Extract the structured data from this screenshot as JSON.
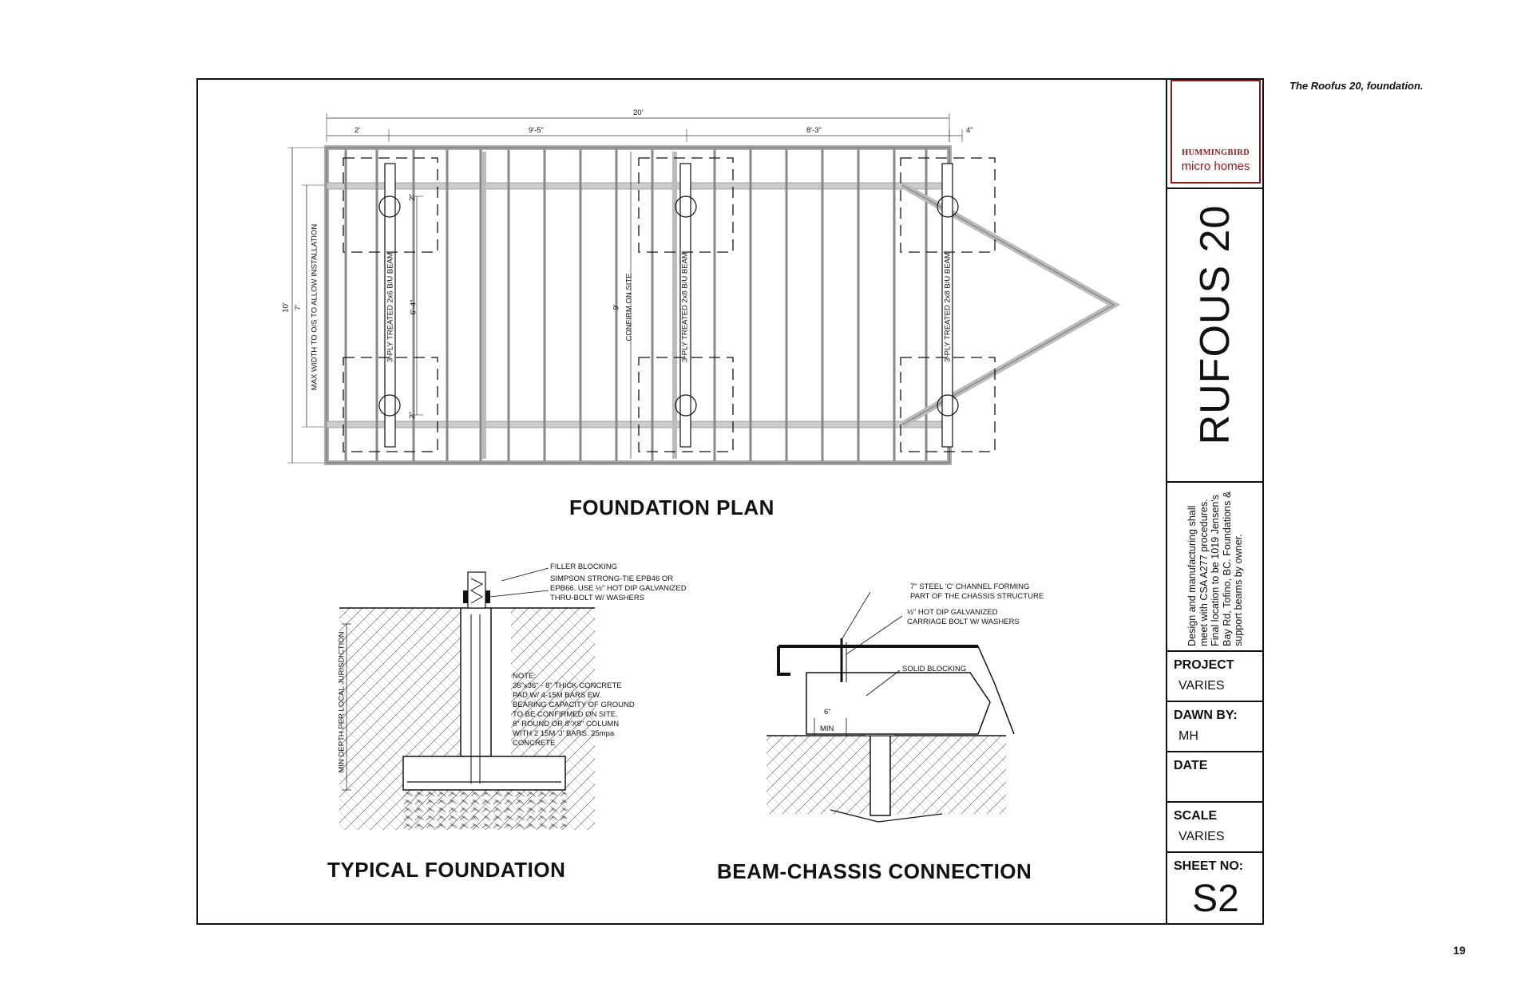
{
  "caption": "The Roofus 20, foundation.",
  "page_number": "19",
  "title_block": {
    "logo_name": "HUMMINGBIRD",
    "logo_sub": "micro homes",
    "project_title": "RUFOUS 20",
    "notes": "Design and manufacturing shall meet with CSA A277 procedures. Final location to be 1019 Jensen's Bay Rd, Tofino, BC. Foundations & support beams by owner.",
    "project_label": "PROJECT",
    "project_value": "VARIES",
    "drawn_label": "DAWN BY:",
    "drawn_value": "MH",
    "date_label": "DATE",
    "date_value": "",
    "scale_label": "SCALE",
    "scale_value": "VARIES",
    "sheet_label": "SHEET NO:",
    "sheet_value": "S2"
  },
  "plan": {
    "title": "FOUNDATION PLAN",
    "dim_overall": "20'",
    "dim_seg1": "2'",
    "dim_seg2": "9'-5\"",
    "dim_seg3": "8'-3\"",
    "dim_seg4": "4\"",
    "dim_height_outer": "10'",
    "dim_height_inner": "7'",
    "max_width_note": "MAX WIDTH TO O/S TO ALLOW INSTALLATION",
    "beam_left": "3-PLY TREATED 2x6  B/U BEAM",
    "beam_mid": "3-PLY TREATED 2x8 B/U BEAM",
    "beam_right": "3-PLY TREATED 2x8 B/U BEAM",
    "dim_624": "6'-4\"",
    "dim_9": "9'",
    "confirm_note": "CONFIRM ON SITE",
    "dim_2a": "2\"",
    "dim_2b": "2\""
  },
  "typical": {
    "title": "TYPICAL FOUNDATION",
    "filler_note": "FILLER BLOCKING",
    "simpson_note": "SIMPSON STRONG-TIE EPB46 OR\nEPB66. USE ½\" HOT DIP GALVANIZED\nTHRU-BOLT W/ WASHERS",
    "concrete_note": "NOTE:\n36\"x36\" - 8\" THICK CONCRETE\nPAD W/ 4-15M BARS EW.\nBEARING CAPACITY OF GROUND\nTO BE CONFIRMED ON SITE.\n8\" ROUND OR 8\"X8\" COLUMN\nWITH 2 15M 'J' BARS. 25mpa\nCONCRETE",
    "depth_note": "MIN DEPTH PER LOCAL JURISDICTION"
  },
  "connection": {
    "title": "BEAM-CHASSIS CONNECTION",
    "channel_note": "7\" STEEL 'C' CHANNEL FORMING\nPART OF THE CHASSIS STRUCTURE",
    "bolt_note": "½\" HOT DIP GALVANIZED\nCARRIAGE BOLT W/ WASHERS",
    "blocking_note": "SOLID BLOCKING",
    "dim_6": "6\"",
    "dim_min": "MIN"
  }
}
